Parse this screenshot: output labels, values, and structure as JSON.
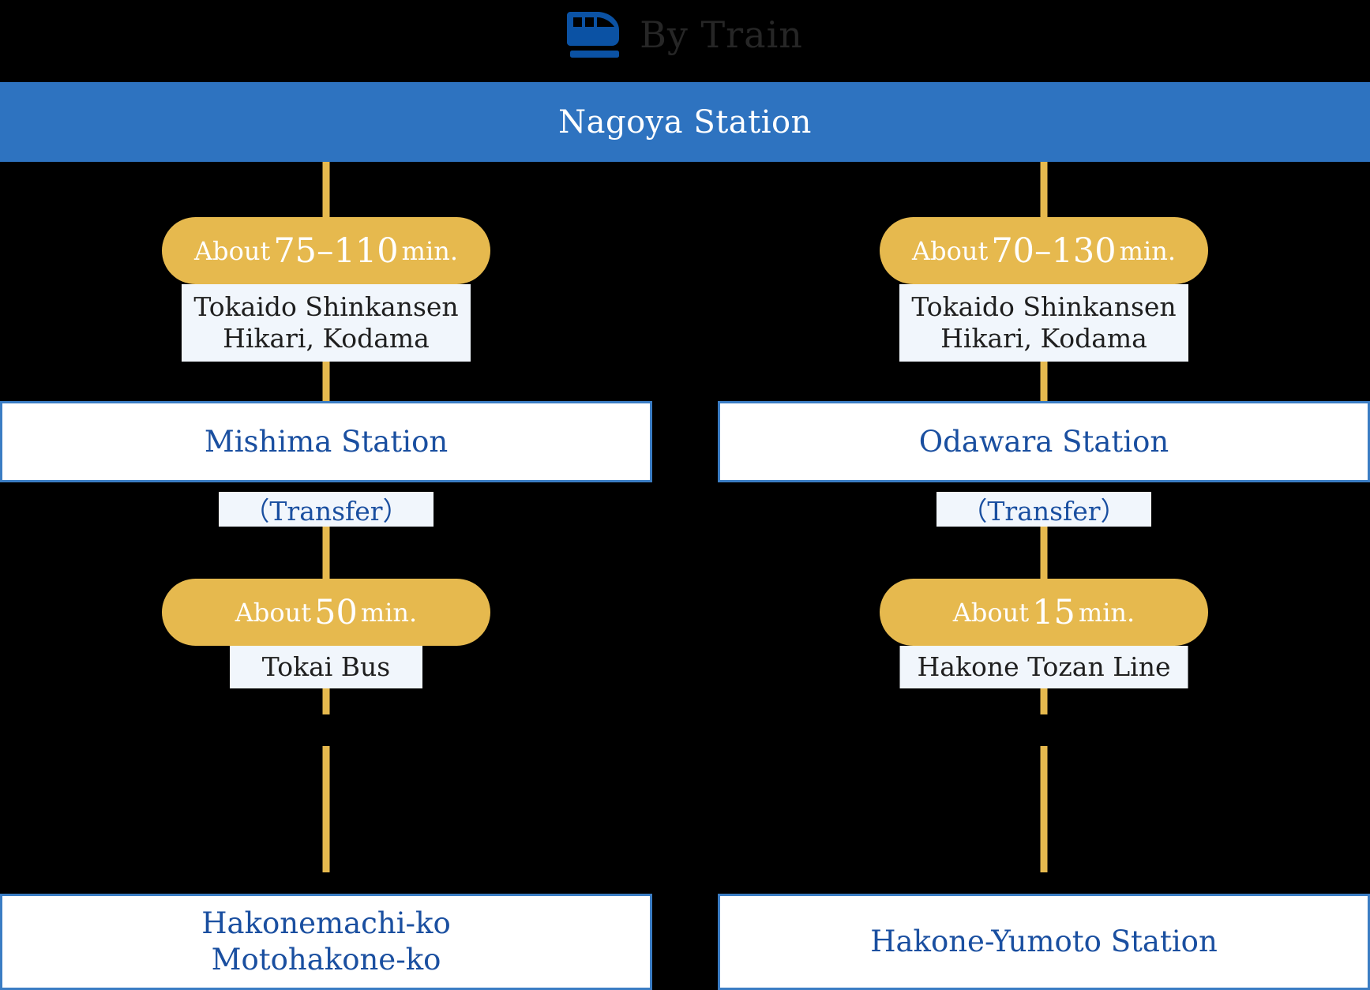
{
  "header": {
    "icon": "train-icon",
    "title": "By Train",
    "title_color": "#262626",
    "icon_color": "#0B52A4"
  },
  "origin": {
    "label": "Nagoya Station",
    "bg_color": "#2E73C0",
    "text_color": "#FFFFFF"
  },
  "theme": {
    "background": "#000000",
    "accent_yellow": "#E6B94E",
    "station_border": "#3B7DC4",
    "station_text": "#1A4FA0",
    "label_bg": "#F1F6FC",
    "label_text": "#1F1F1F"
  },
  "routes": [
    {
      "id": "route-mishima",
      "leg1": {
        "duration_prefix": "About",
        "duration_value": "75–110",
        "duration_unit": "min.",
        "line_name_1": "Tokaido Shinkansen",
        "line_name_2": "Hikari, Kodama"
      },
      "station_mid": {
        "name_1": "Mishima Station",
        "name_2": ""
      },
      "transfer_label": "（Transfer）",
      "leg2": {
        "duration_prefix": "About",
        "duration_value": "50",
        "duration_unit": "min.",
        "line_name_1": "Tokai Bus",
        "line_name_2": ""
      },
      "station_end": {
        "name_1": "Hakonemachi-ko",
        "name_2": "Motohakone-ko"
      }
    },
    {
      "id": "route-odawara",
      "leg1": {
        "duration_prefix": "About",
        "duration_value": "70–130",
        "duration_unit": "min.",
        "line_name_1": "Tokaido Shinkansen",
        "line_name_2": "Hikari, Kodama"
      },
      "station_mid": {
        "name_1": "Odawara Station",
        "name_2": ""
      },
      "transfer_label": "（Transfer）",
      "leg2": {
        "duration_prefix": "About",
        "duration_value": "15",
        "duration_unit": "min.",
        "line_name_1": "Hakone Tozan Line",
        "line_name_2": ""
      },
      "station_end": {
        "name_1": "Hakone-Yumoto Station",
        "name_2": ""
      }
    }
  ]
}
